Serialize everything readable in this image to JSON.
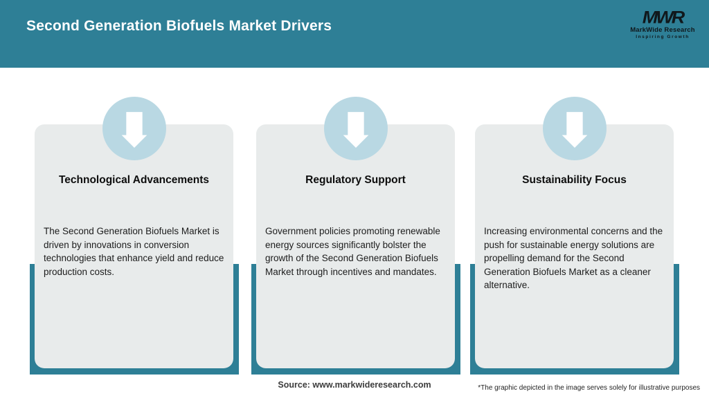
{
  "header": {
    "title": "Second Generation Biofuels Market Drivers",
    "logo": {
      "acronym": "MWR",
      "name": "MarkWide Research",
      "tagline": "Inspiring Growth"
    }
  },
  "cards": [
    {
      "icon": "down-arrow-icon",
      "title": "Technological Advancements",
      "description": "The Second Generation Biofuels Market is driven by innovations in conversion technologies that enhance yield and reduce production costs."
    },
    {
      "icon": "down-arrow-icon",
      "title": "Regulatory Support",
      "description": "Government policies promoting renewable energy sources significantly bolster the growth of the Second Generation Biofuels Market through incentives and mandates."
    },
    {
      "icon": "down-arrow-icon",
      "title": "Sustainability Focus",
      "description": "Increasing environmental concerns and the push for sustainable energy solutions are propelling demand for the Second Generation Biofuels Market as a cleaner alternative."
    }
  ],
  "footer": {
    "source": "Source: www.markwideresearch.com",
    "disclaimer": "*The graphic depicted in the image serves solely for illustrative purposes"
  },
  "colors": {
    "header_teal": "#2E7F96",
    "shadow_teal": "#2E7F96",
    "circle_blue": "#B9D8E3",
    "card_gray": "#E8EBEB",
    "title_white": "#FFFFFF"
  }
}
